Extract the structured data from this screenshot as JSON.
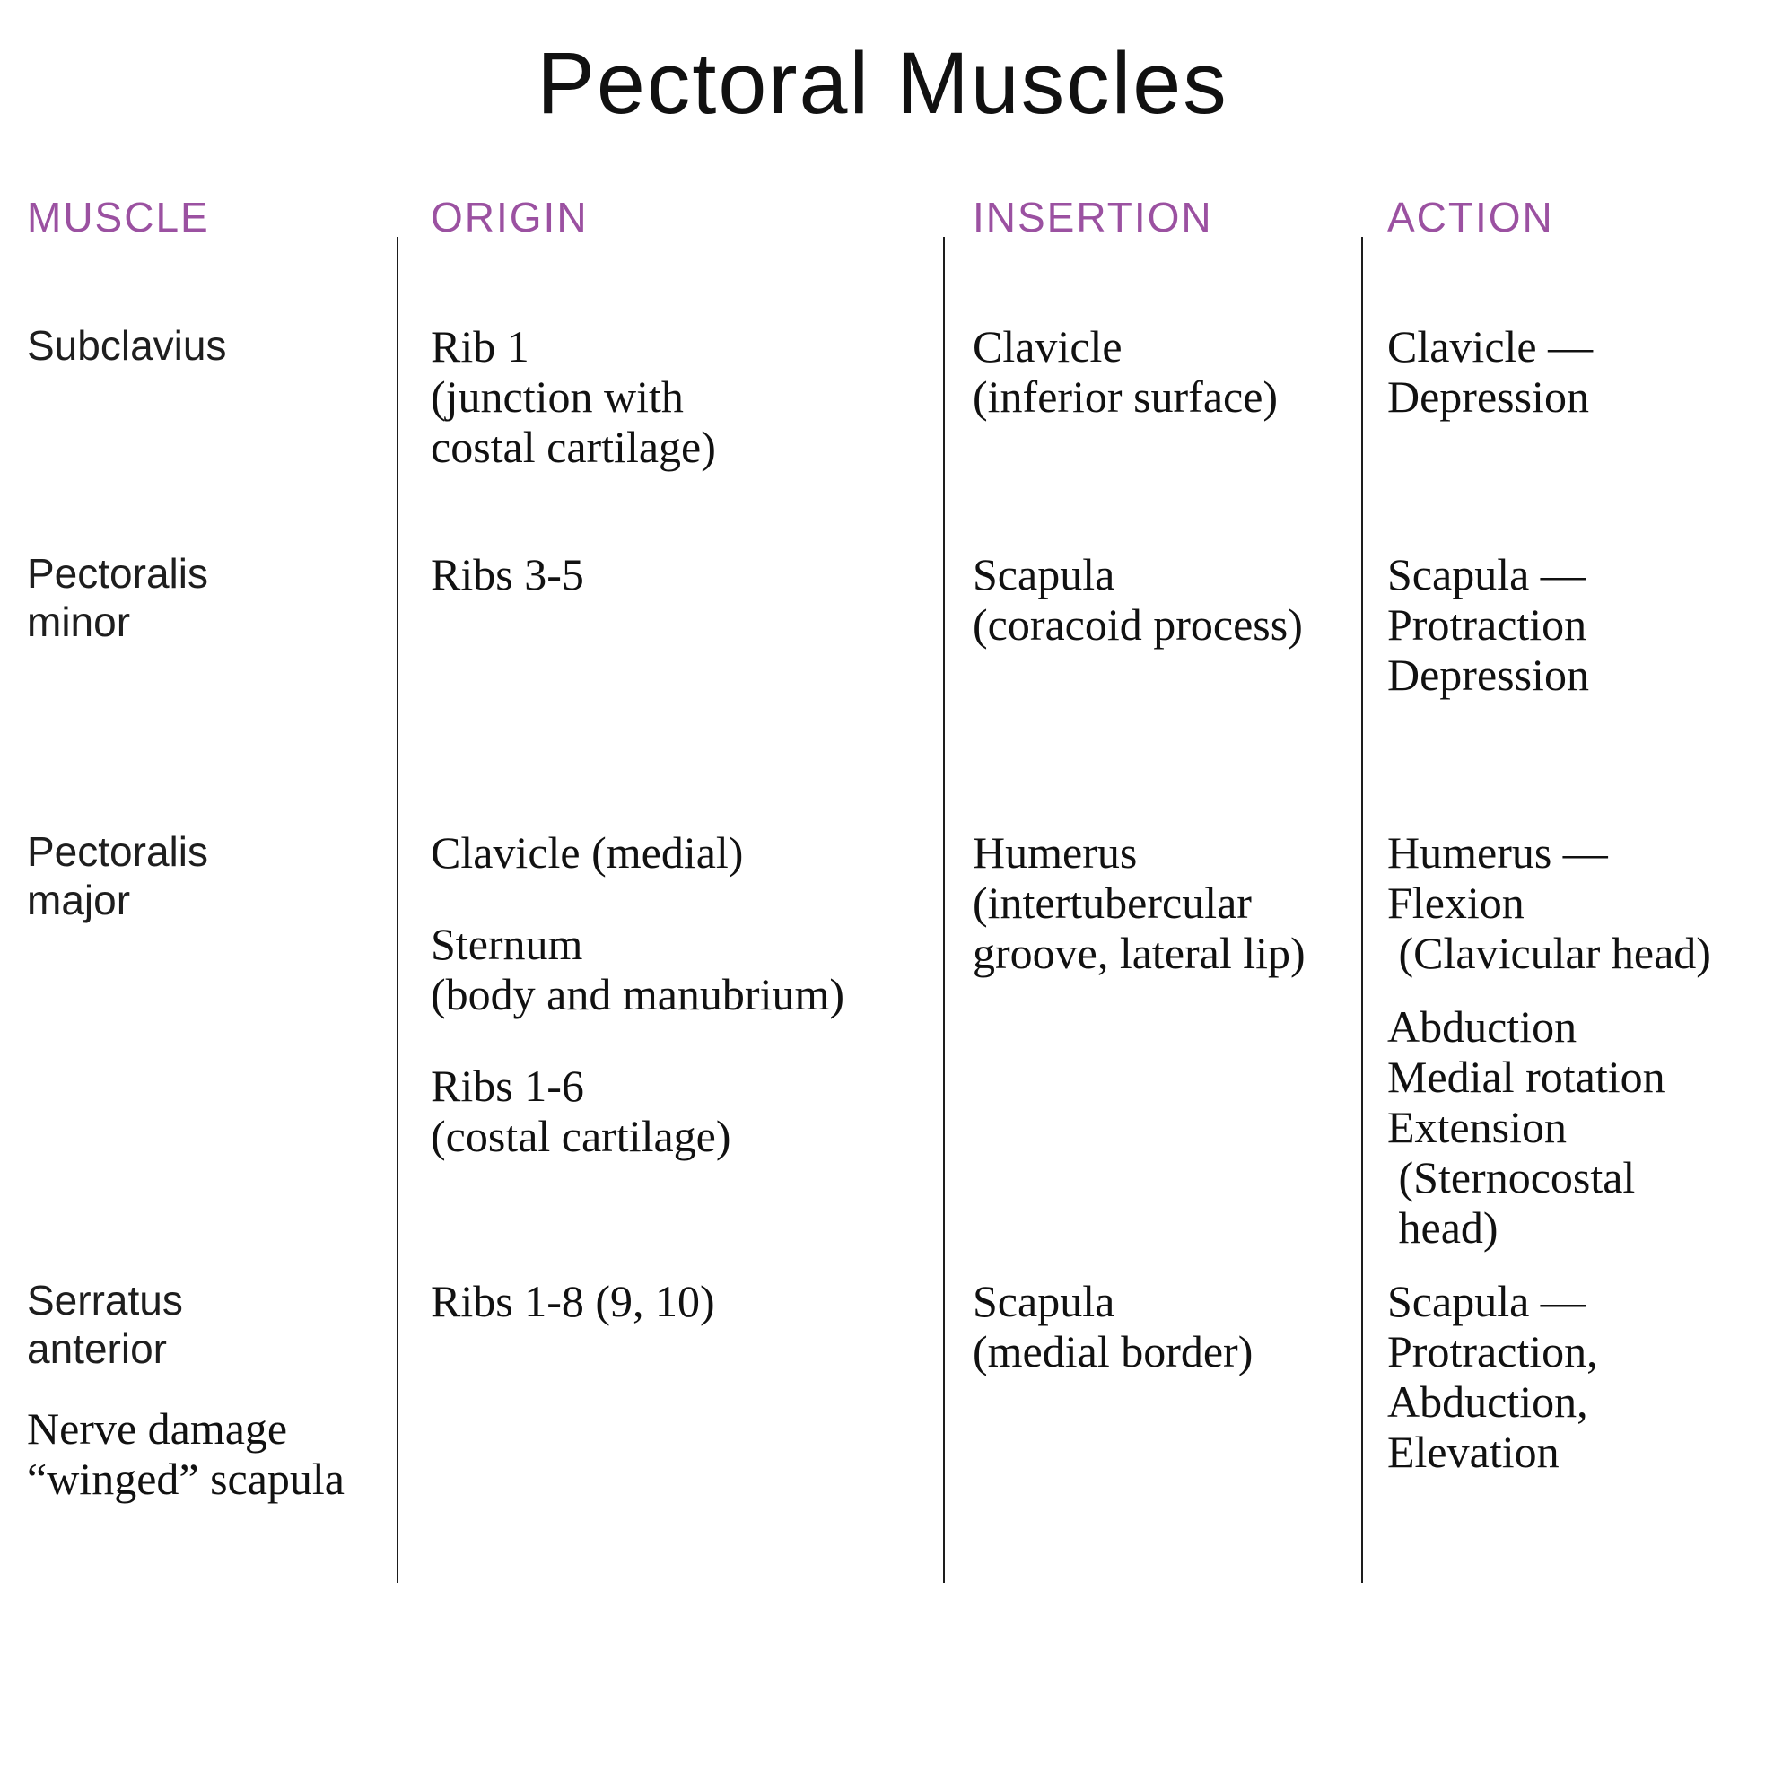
{
  "page": {
    "title": "Pectoral Muscles"
  },
  "colors": {
    "accent_purple": "#9b51a1",
    "text_ink": "#161616",
    "divider_black": "#1d1d1d",
    "background": "#ffffff"
  },
  "table": {
    "headers": [
      {
        "id": "muscle",
        "label": "MUSCLE"
      },
      {
        "id": "origin",
        "label": "ORIGIN"
      },
      {
        "id": "insertion",
        "label": "INSERTION"
      },
      {
        "id": "action",
        "label": "ACTION"
      }
    ],
    "columns_order": [
      "muscle",
      "origin",
      "insertion",
      "action"
    ],
    "rows": [
      {
        "muscle": [
          {
            "font": "sans",
            "lines": [
              "Subclavius"
            ]
          }
        ],
        "origin": [
          {
            "font": "serif",
            "lines": [
              "Rib 1",
              "(junction with",
              "costal cartilage)"
            ]
          }
        ],
        "insertion": [
          {
            "font": "serif",
            "lines": [
              "Clavicle",
              "(inferior surface)"
            ]
          }
        ],
        "action": [
          {
            "font": "serif",
            "lines": [
              "Clavicle —",
              "Depression"
            ]
          }
        ]
      },
      {
        "muscle": [
          {
            "font": "sans",
            "lines": [
              "Pectoralis",
              "minor"
            ]
          }
        ],
        "origin": [
          {
            "font": "serif",
            "lines": [
              "Ribs 3-5"
            ]
          }
        ],
        "insertion": [
          {
            "font": "serif",
            "lines": [
              "Scapula",
              "(coracoid process)"
            ]
          }
        ],
        "action": [
          {
            "font": "serif",
            "lines": [
              "Scapula —",
              "Protraction",
              "Depression"
            ]
          }
        ]
      },
      {
        "muscle": [
          {
            "font": "sans",
            "lines": [
              "Pectoralis",
              "major"
            ]
          }
        ],
        "origin": [
          {
            "font": "serif",
            "lines": [
              "Clavicle (medial)"
            ]
          },
          {
            "font": "serif",
            "lines": [
              "Sternum",
              "(body and manubrium)"
            ]
          },
          {
            "font": "serif",
            "lines": [
              "Ribs 1-6",
              "(costal cartilage)"
            ]
          }
        ],
        "insertion": [
          {
            "font": "serif",
            "lines": [
              "Humerus",
              "(intertubercular",
              "groove, lateral lip)"
            ]
          }
        ],
        "action": [
          {
            "font": "serif",
            "lines": [
              "Humerus —",
              "Flexion",
              " (Clavicular head)"
            ]
          },
          {
            "font": "serif",
            "lines": [
              "Abduction",
              "Medial rotation",
              "Extension",
              " (Sternocostal",
              " head)"
            ]
          }
        ]
      },
      {
        "muscle": [
          {
            "font": "sans",
            "lines": [
              "Serratus",
              "anterior"
            ]
          },
          {
            "font": "serif",
            "lines": [
              "Nerve damage",
              "“winged” scapula"
            ]
          }
        ],
        "origin": [
          {
            "font": "serif",
            "lines": [
              "Ribs 1-8 (9, 10)"
            ]
          }
        ],
        "insertion": [
          {
            "font": "serif",
            "lines": [
              "Scapula",
              "(medial border)"
            ]
          }
        ],
        "action": [
          {
            "font": "serif",
            "lines": [
              "Scapula —",
              "Protraction,",
              "Abduction,",
              "Elevation"
            ]
          }
        ]
      }
    ]
  }
}
